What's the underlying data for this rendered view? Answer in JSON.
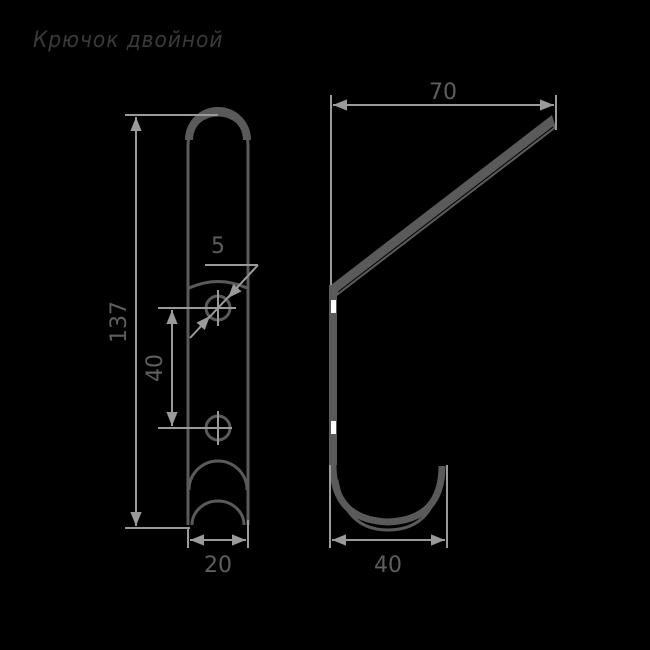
{
  "title": "Крючок двойной",
  "colors": {
    "background": "#000000",
    "part_outline": "#5a5a5a",
    "dimension_line": "#9a9a9a",
    "text": "#3a3a3a",
    "dimension_text": "#5e5e5e",
    "highlight": "#ffffff"
  },
  "front_view": {
    "dimensions": {
      "height": "137",
      "hole_spacing": "40",
      "hole_diameter": "5",
      "width": "20"
    }
  },
  "side_view": {
    "dimensions": {
      "reach": "70",
      "lower_hook_width": "40"
    }
  }
}
